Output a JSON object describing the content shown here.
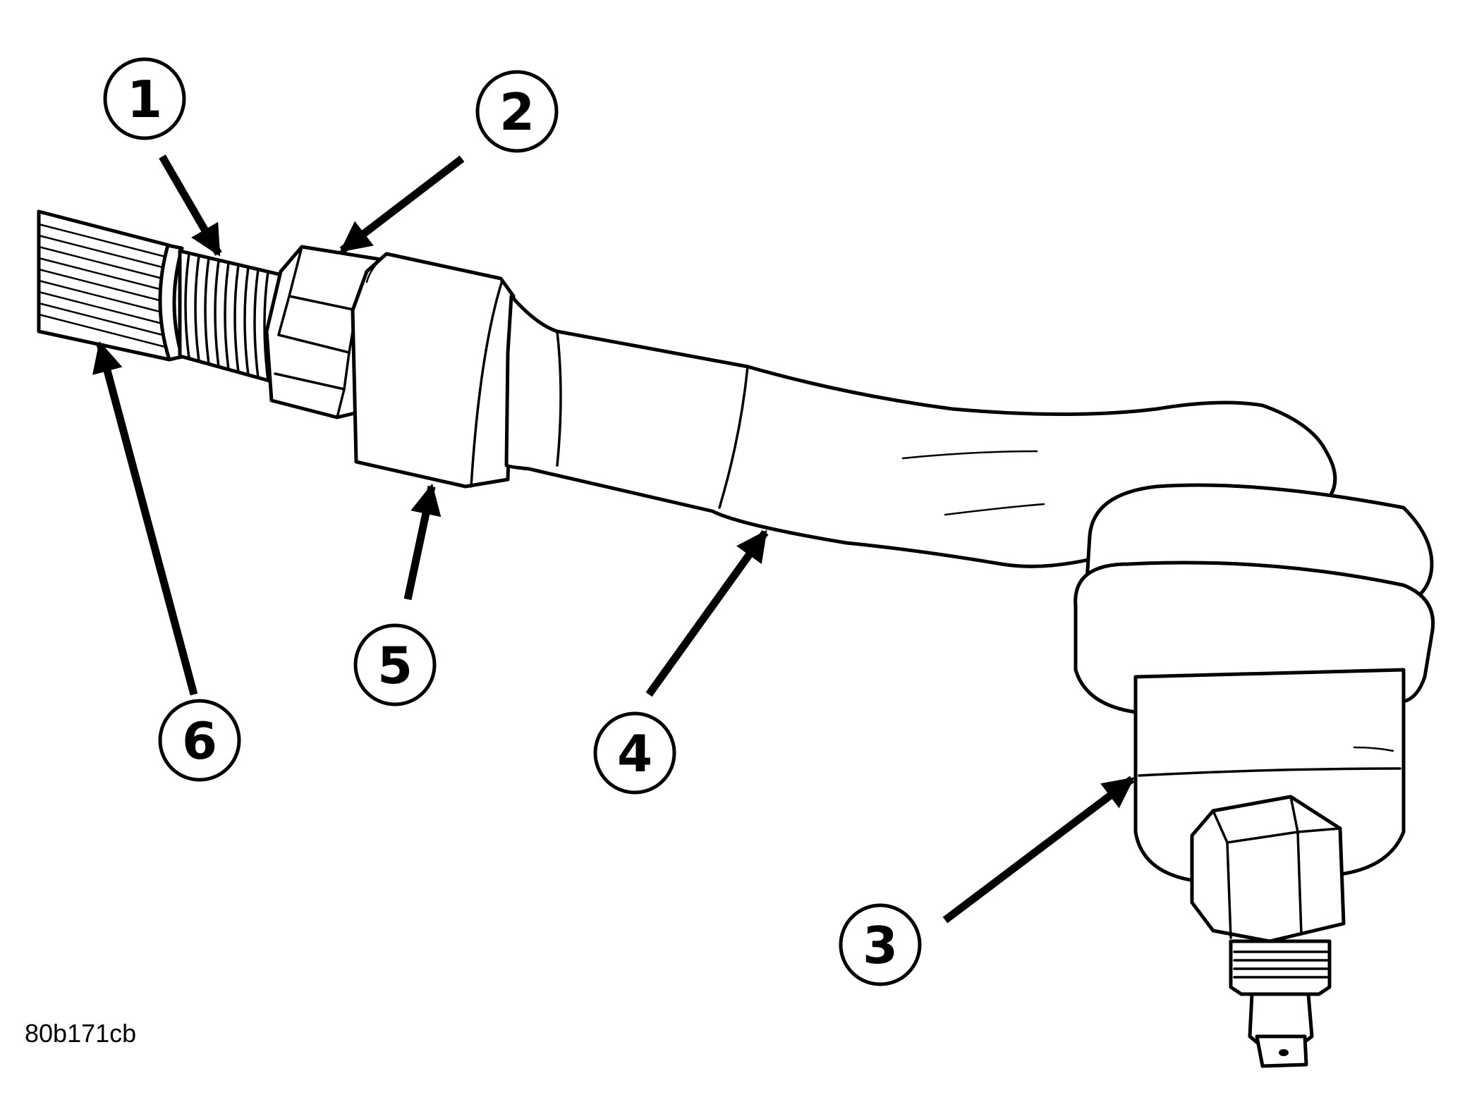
{
  "figure": {
    "reference_code": "80b171cb",
    "callouts": [
      {
        "id": "1",
        "label": "1"
      },
      {
        "id": "2",
        "label": "2"
      },
      {
        "id": "3",
        "label": "3"
      },
      {
        "id": "4",
        "label": "4"
      },
      {
        "id": "5",
        "label": "5"
      },
      {
        "id": "6",
        "label": "6"
      }
    ],
    "colors": {
      "line": "#000000",
      "background": "#ffffff"
    }
  }
}
